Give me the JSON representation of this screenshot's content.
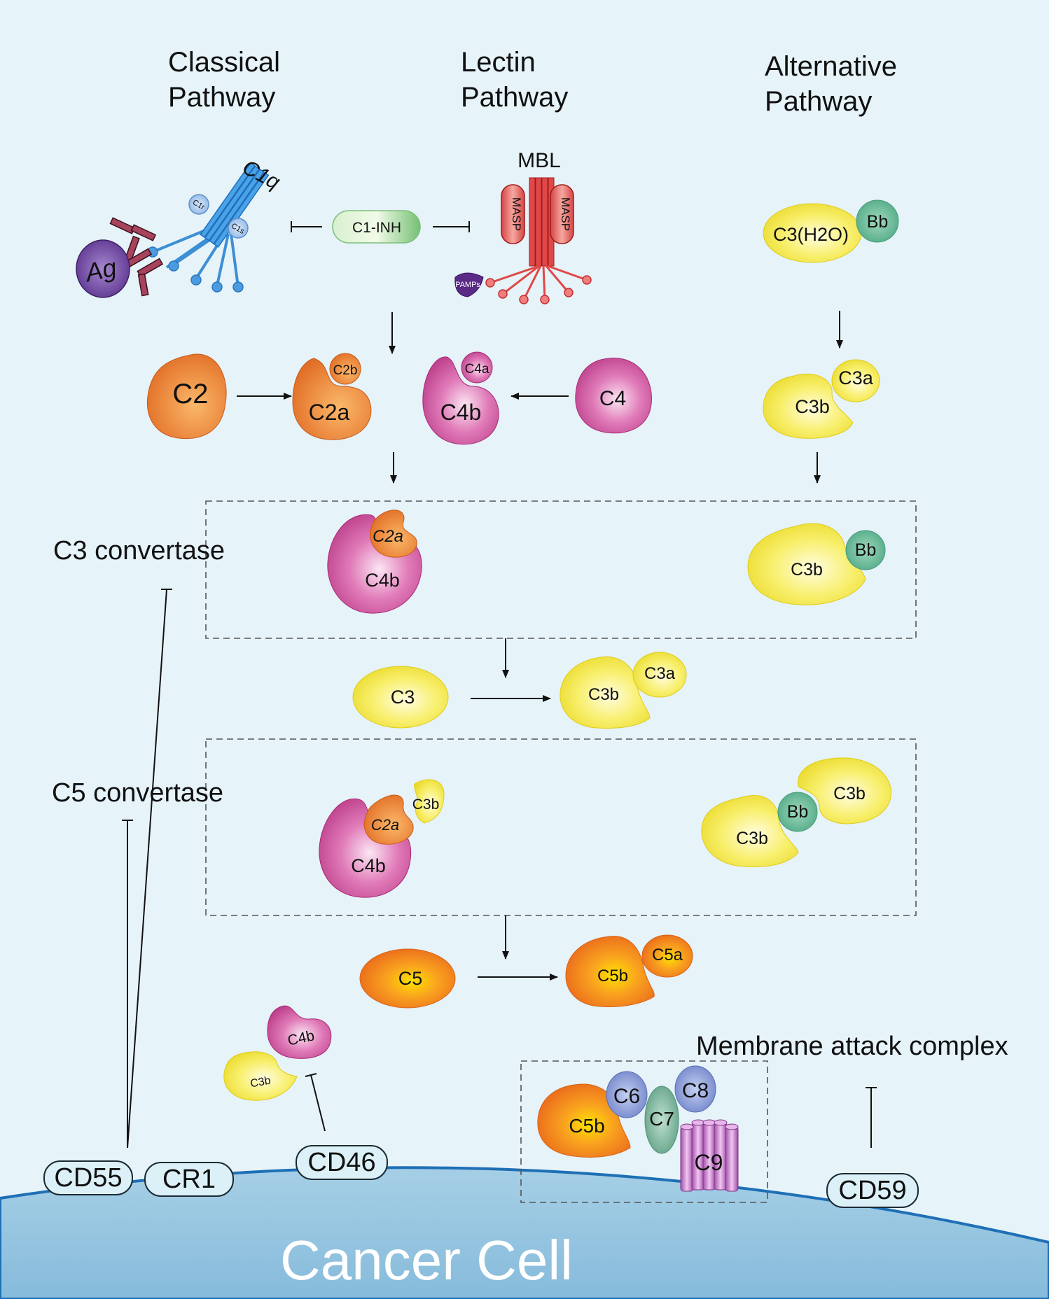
{
  "pathways": {
    "classical": {
      "line1": "Classical",
      "line2": "Pathway"
    },
    "lectin": {
      "line1": "Lectin",
      "line2": "Pathway"
    },
    "alternative": {
      "line1": "Alternative",
      "line2": "Pathway"
    }
  },
  "initiators": {
    "ag": "Ag",
    "c1q": "C1q",
    "c1r": "C1r",
    "c1s": "C1s",
    "c1_inh": "C1-INH",
    "mbl": "MBL",
    "masp": "MASP",
    "pamps": "PAMPs",
    "c3_h2o": "C3(H2O)",
    "bb": "Bb"
  },
  "components": {
    "c2": "C2",
    "c2a": "C2a",
    "c2b": "C2b",
    "c4": "C4",
    "c4a": "C4a",
    "c4b": "C4b",
    "c3": "C3",
    "c3a": "C3a",
    "c3b": "C3b",
    "c5": "C5",
    "c5a": "C5a",
    "c5b": "C5b",
    "c6": "C6",
    "c7": "C7",
    "c8": "C8",
    "c9": "C9"
  },
  "labels": {
    "c3_convertase": "C3 convertase",
    "c5_convertase": "C5 convertase",
    "mac": "Membrane attack complex",
    "cancer_cell": "Cancer Cell"
  },
  "regulators": {
    "cd55": "CD55",
    "cr1": "CR1",
    "cd46": "CD46",
    "cd59": "CD59"
  },
  "colors": {
    "background": "#e6f3f9",
    "cell": "#8fc0dc",
    "membrane": "#1e6fb5",
    "c2_orange": "#ea7a2e",
    "c4_magenta": "#c83f94",
    "c3_yellow": "#f3e52a",
    "c5_orange": "#f07f1a",
    "bb_green": "#5cb694",
    "c1q_blue": "#3c8fd4",
    "mbl_red": "#e34a4a",
    "ag_purple": "#6a3f9a",
    "c6_c8_blue": "#7f8fd0",
    "c7_green": "#6fae93",
    "c9_violet": "#b36bb5",
    "c1_inh_green": "#8ccb8a"
  }
}
